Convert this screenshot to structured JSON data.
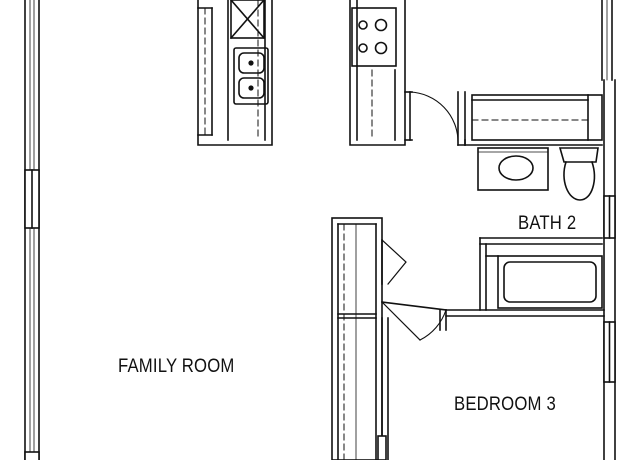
{
  "rooms": {
    "family_room": "FAMILY ROOM",
    "bath_2": "BATH 2",
    "bedroom_3": "BEDROOM 3"
  },
  "colors": {
    "line": "#111111",
    "background": "#ffffff"
  }
}
